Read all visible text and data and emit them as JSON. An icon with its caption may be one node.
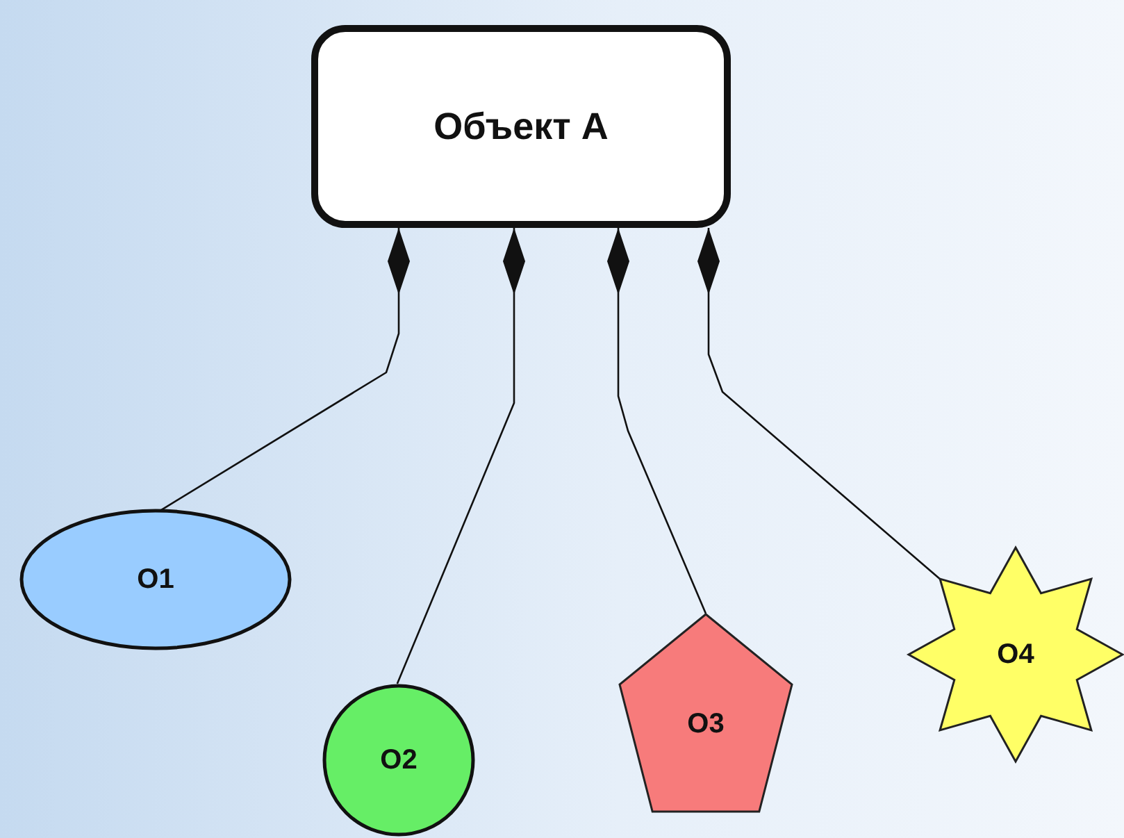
{
  "diagram": {
    "nodes": [
      {
        "text": [
          "Объект А"
        ]
      },
      {
        "text": [
          "O1"
        ]
      },
      {
        "text": [
          "O2"
        ]
      },
      {
        "text": [
          "O3"
        ]
      },
      {
        "text": [
          "O4"
        ]
      }
    ],
    "edges": [
      {
        "from": 0,
        "to": 1,
        "arrow": "other"
      },
      {
        "from": 0,
        "to": 2,
        "arrow": "other"
      },
      {
        "from": 0,
        "to": 3,
        "arrow": "other"
      },
      {
        "from": 0,
        "to": 4,
        "arrow": "other"
      }
    ]
  }
}
